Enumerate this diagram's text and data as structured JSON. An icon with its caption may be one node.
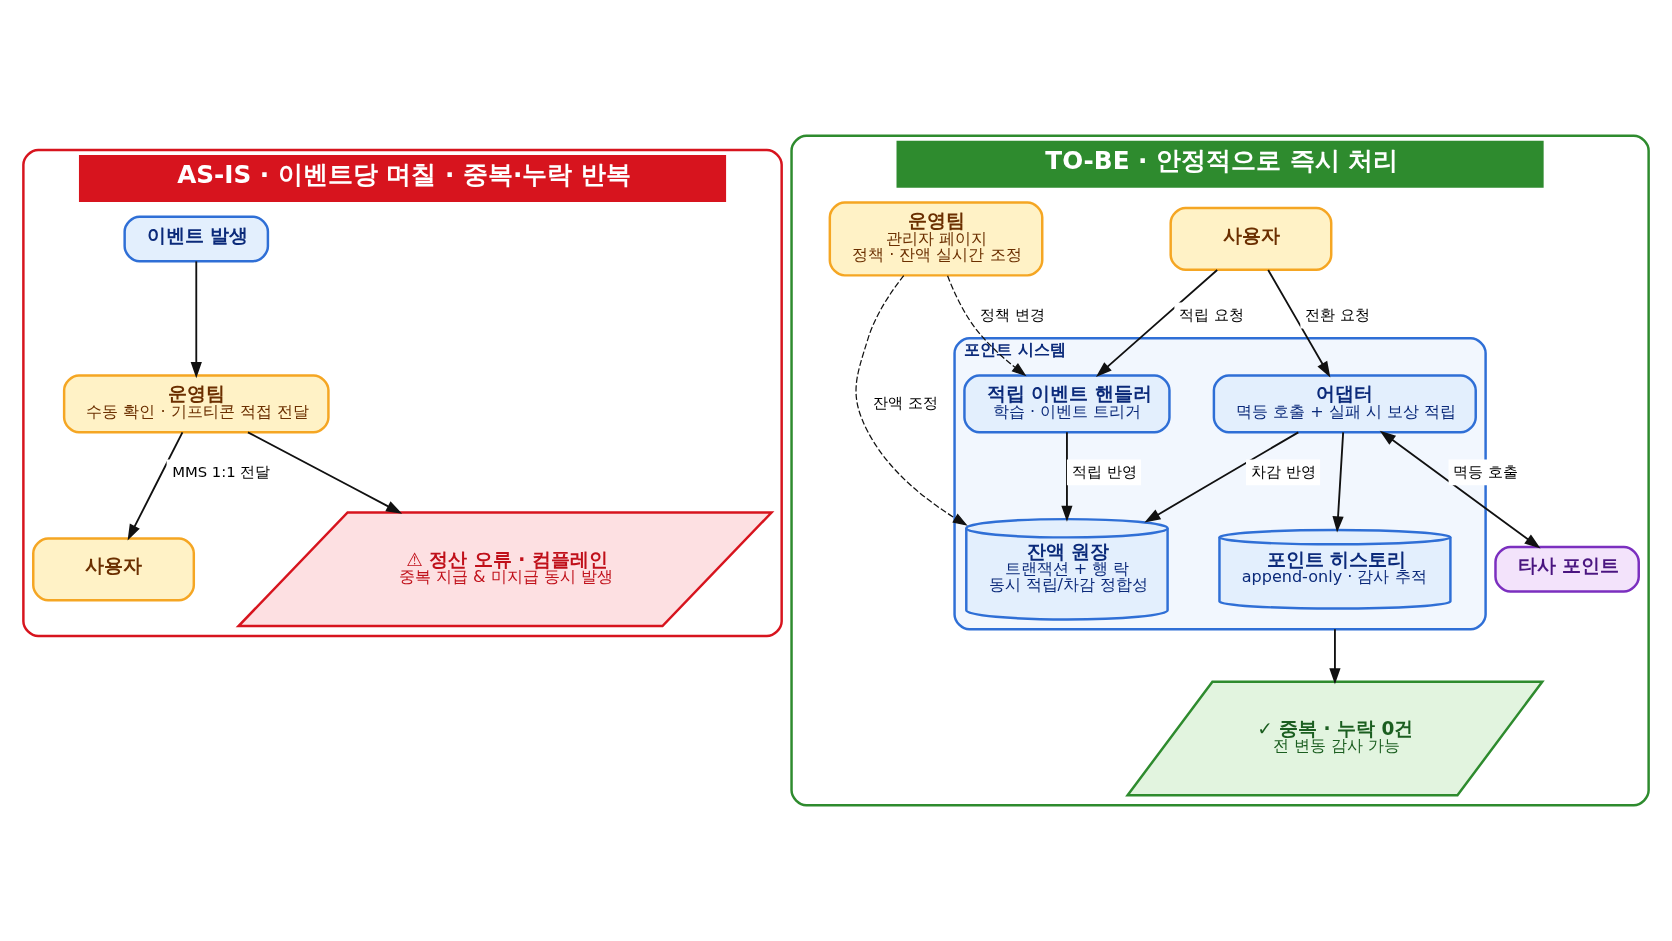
{
  "diagram": {
    "nodes": [
      {
        "text": [
          "AS-IS · 이벤트당 며칠 · 중복·누락 반복"
        ]
      },
      {
        "text": [
          "이벤트 발생"
        ],
        "in": 0
      },
      {
        "text": [
          "운영팀",
          "수동 확인 · 기프티콘 적접 전달"
        ],
        "in": 0
      },
      {
        "text": [
          "사용자"
        ],
        "in": 0
      },
      {
        "text": [
          "⚠ 정산 오류 · 컴플레인",
          "중복 지급 & 미지급 동시 발생"
        ],
        "in": 0
      },
      {
        "text": [
          "TO-BE · 안정적으로 즉시 처리"
        ]
      },
      {
        "text": [
          "사용자"
        ],
        "in": 5
      },
      {
        "text": [
          "포인트 시스템"
        ],
        "in": 5
      },
      {
        "text": [
          "적립 이벤트 핸들러",
          "학습 · 이벤트 트리거"
        ],
        "in": 7
      },
      {
        "text": [
          "잔액 원장",
          "트랜잭션 + 행 락",
          "동시 적립/차감 정합성"
        ],
        "in": 7
      },
      {
        "text": [
          "운영팀",
          "관리자 페이지",
          "정책 · 잔액 실시간 조정"
        ],
        "in": 5
      },
      {
        "text": [
          "어댑터",
          "멱등 호출 + 실패 시 보상 적립"
        ],
        "in": 7
      },
      {
        "text": [
          "타사 포인트"
        ],
        "in": 5
      },
      {
        "text": [
          "포인트 히스토리",
          "append-only · 감사 추적"
        ],
        "in": 7
      },
      {
        "text": [
          "✓ 중복 · 누락 0건",
          "전 변동 감사 가능"
        ],
        "in": 5
      }
    ],
    "edges": [
      {
        "from": 1,
        "to": 2,
        "arrow": "to"
      },
      {
        "from": 2,
        "to": 3,
        "arrow": "to",
        "label": "MMS 1:1 전달"
      },
      {
        "from": 2,
        "to": 4,
        "arrow": "to"
      },
      {
        "from": 6,
        "to": 8,
        "arrow": "to",
        "label": "적립 요청"
      },
      {
        "from": 10,
        "to": 8,
        "arrow": "to",
        "label": "정책 변경",
        "style": "dashed"
      },
      {
        "from": 10,
        "to": 9,
        "arrow": "to",
        "label": "잔액 조정",
        "style": "dashed"
      },
      {
        "from": 6,
        "to": 11,
        "arrow": "to",
        "label": "전환 요청"
      },
      {
        "from": 8,
        "to": 9,
        "arrow": "to",
        "label": "적립 반영"
      },
      {
        "from": 11,
        "to": 9,
        "arrow": "to",
        "label": "차감 반영"
      },
      {
        "from": 11,
        "to": 12,
        "arrow": "both",
        "label": "멱등 호출"
      },
      {
        "from": 11,
        "to": 13,
        "arrow": "to"
      },
      {
        "from": 7,
        "to": 14,
        "arrow": "to"
      }
    ]
  }
}
